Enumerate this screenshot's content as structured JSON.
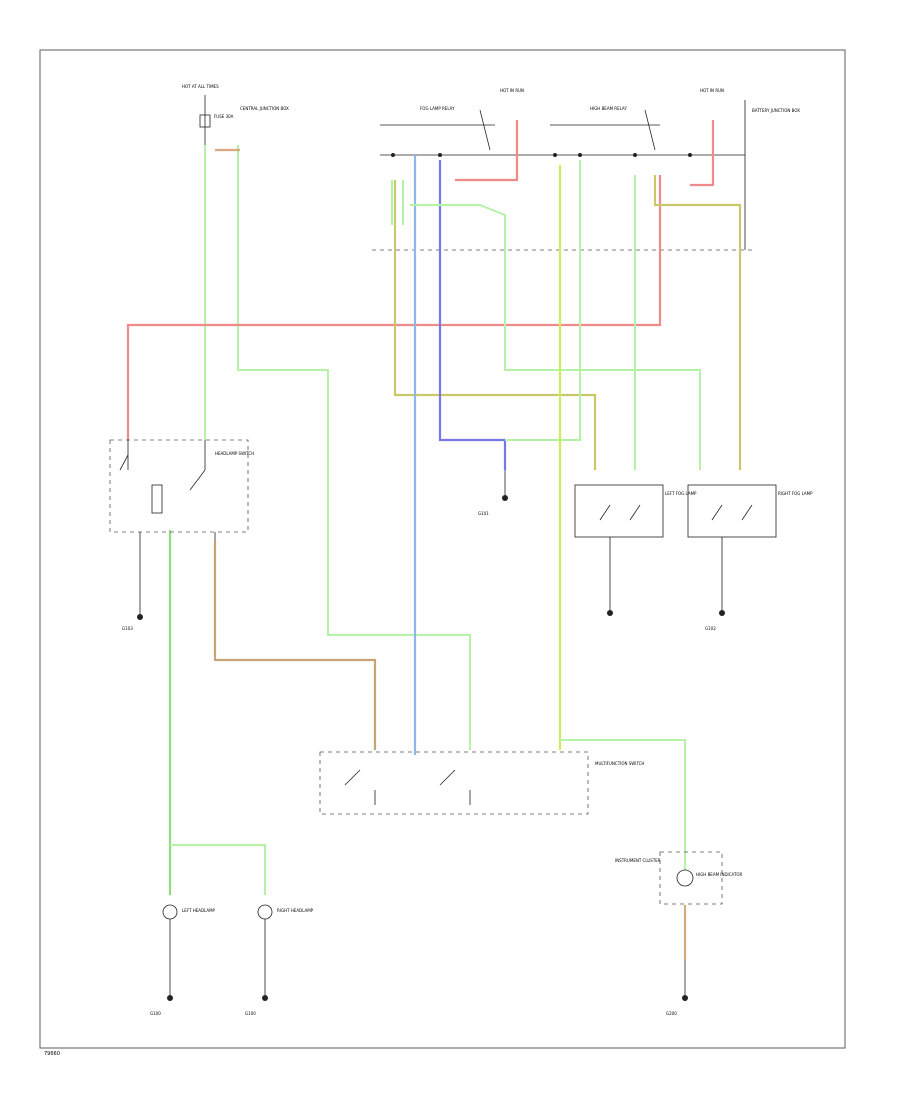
{
  "footer": {
    "code": "79660"
  },
  "labels": {
    "hot_at_all_times": "HOT AT ALL TIMES",
    "fuse_30a": "FUSE 30A",
    "central_junction": "CENTRAL JUNCTION BOX",
    "hot_in_run_left": "HOT IN RUN",
    "hot_in_run_right": "HOT IN RUN",
    "fog_lamp_relay": "FOG LAMP RELAY",
    "high_beam_relay": "HIGH BEAM RELAY",
    "battery_junction": "BATTERY JUNCTION BOX",
    "headlamp_switch": "HEADLAMP SWITCH",
    "ground_left": "G103",
    "ground_center": "G101",
    "left_fog_lamp": "LEFT FOG LAMP",
    "right_fog_lamp": "RIGHT FOG LAMP",
    "multifunction_switch": "MULTIFUNCTION SWITCH",
    "instrument_cluster": "INSTRUMENT CLUSTER",
    "high_beam_indicator": "HIGH BEAM INDICATOR",
    "left_headlamp": "LEFT HEADLAMP",
    "right_headlamp": "RIGHT HEADLAMP",
    "ground_bottom_right": "G200",
    "ground_left_headlamp": "G100",
    "ground_right_headlamp": "G100",
    "ground_right_fog": "G102"
  },
  "wire_colors": {
    "green": "#b6f2a6",
    "red": "#f08a8a",
    "olive": "#c9c96c",
    "blue": "#7777e6",
    "light_blue": "#8fb7e8",
    "yellow_green": "#c8ef5a",
    "brown": "#c9a277"
  }
}
